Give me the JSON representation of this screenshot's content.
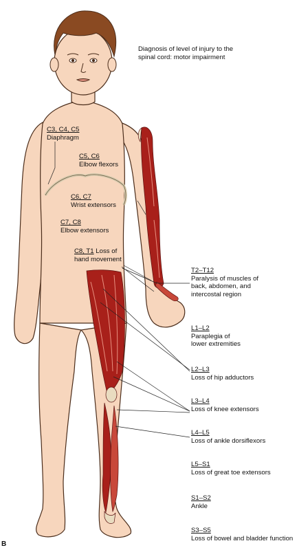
{
  "title": "Diagnosis of level of injury to the spinal cord: motor impairment",
  "panel_letter": "B",
  "labels": {
    "diaphragm": {
      "code": "C3, C4, C5",
      "desc": "Diaphragm"
    },
    "elbow_flexors": {
      "code": "C5, C6",
      "desc": "Elbow flexors"
    },
    "wrist_extensors": {
      "code": "C6, C7",
      "desc": "Wrist extensors"
    },
    "elbow_extensors": {
      "code": "C7, C8",
      "desc": "Elbow extensors"
    },
    "hand": {
      "code": "C8, T1",
      "desc_inline": "Loss of",
      "desc": "hand movement"
    },
    "t2_t12": {
      "code": "T2–T12",
      "desc1": "Paralysis of muscles of",
      "desc2": "back, abdomen, and",
      "desc3": "intercostal region"
    },
    "l1_l2": {
      "code": "L1–L2",
      "desc1": "Paraplegia of",
      "desc2": "lower extremities"
    },
    "l2_l3": {
      "code": "L2–L3",
      "desc": "Loss of hip adductors"
    },
    "l3_l4": {
      "code": "L3–L4",
      "desc": "Loss of knee extensors"
    },
    "l4_l5": {
      "code": "L4–L5",
      "desc": "Loss of ankle dorsiflexors"
    },
    "l5_s1": {
      "code": "L5–S1",
      "desc": "Loss of great toe extensors"
    },
    "s1_s2": {
      "code": "S1–S2",
      "desc": "Ankle"
    },
    "s3_s5": {
      "code": "S3–S5",
      "desc": "Loss of bowel and bladder function"
    }
  },
  "colors": {
    "skin": "#f7d6bd",
    "outline": "#4a2c1a",
    "hair": "#8a4a22",
    "muscle": "#a8201a",
    "muscle_light": "#c8483a",
    "tendon": "#e9dcc0"
  }
}
